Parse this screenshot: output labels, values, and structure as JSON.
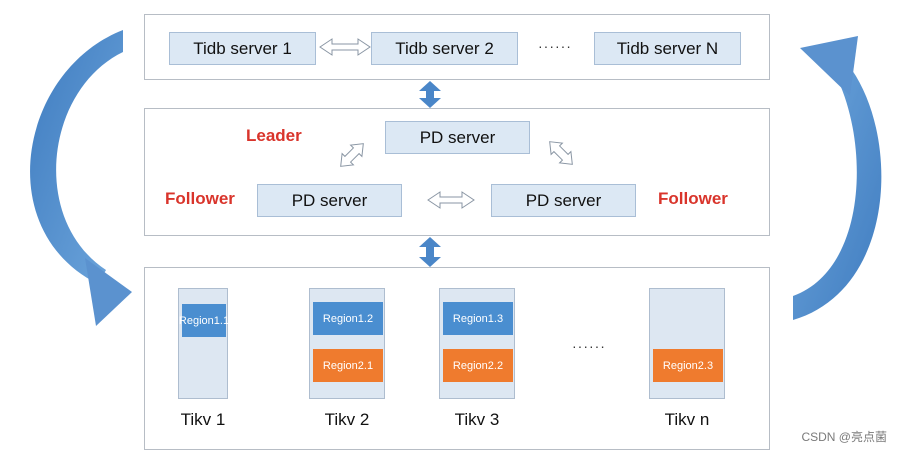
{
  "colors": {
    "node_fill": "#dce8f4",
    "role_text": "#d9342b",
    "region_blue": "#4a8ed0",
    "region_orange": "#ef7b2e",
    "connector_blue": "#4a86c8",
    "flow_arrow": "#5b92cf"
  },
  "tidb_layer": {
    "servers": [
      "Tidb server 1",
      "Tidb server 2",
      "Tidb server N"
    ],
    "ellipsis": "······"
  },
  "pd_layer": {
    "leader_label": "Leader",
    "follower_left_label": "Follower",
    "follower_right_label": "Follower",
    "leader_server": "PD server",
    "follower_left_server": "PD server",
    "follower_right_server": "PD server"
  },
  "tikv_layer": {
    "ellipsis": "······",
    "nodes": [
      {
        "label": "Tikv 1",
        "blue_region": "Region1.1",
        "orange_region": ""
      },
      {
        "label": "Tikv 2",
        "blue_region": "Region1.2",
        "orange_region": "Region2.1"
      },
      {
        "label": "Tikv 3",
        "blue_region": "Region1.3",
        "orange_region": "Region2.2"
      },
      {
        "label": "Tikv n",
        "blue_region": "",
        "orange_region": "Region2.3"
      }
    ]
  },
  "watermark": "CSDN @亮点菌"
}
